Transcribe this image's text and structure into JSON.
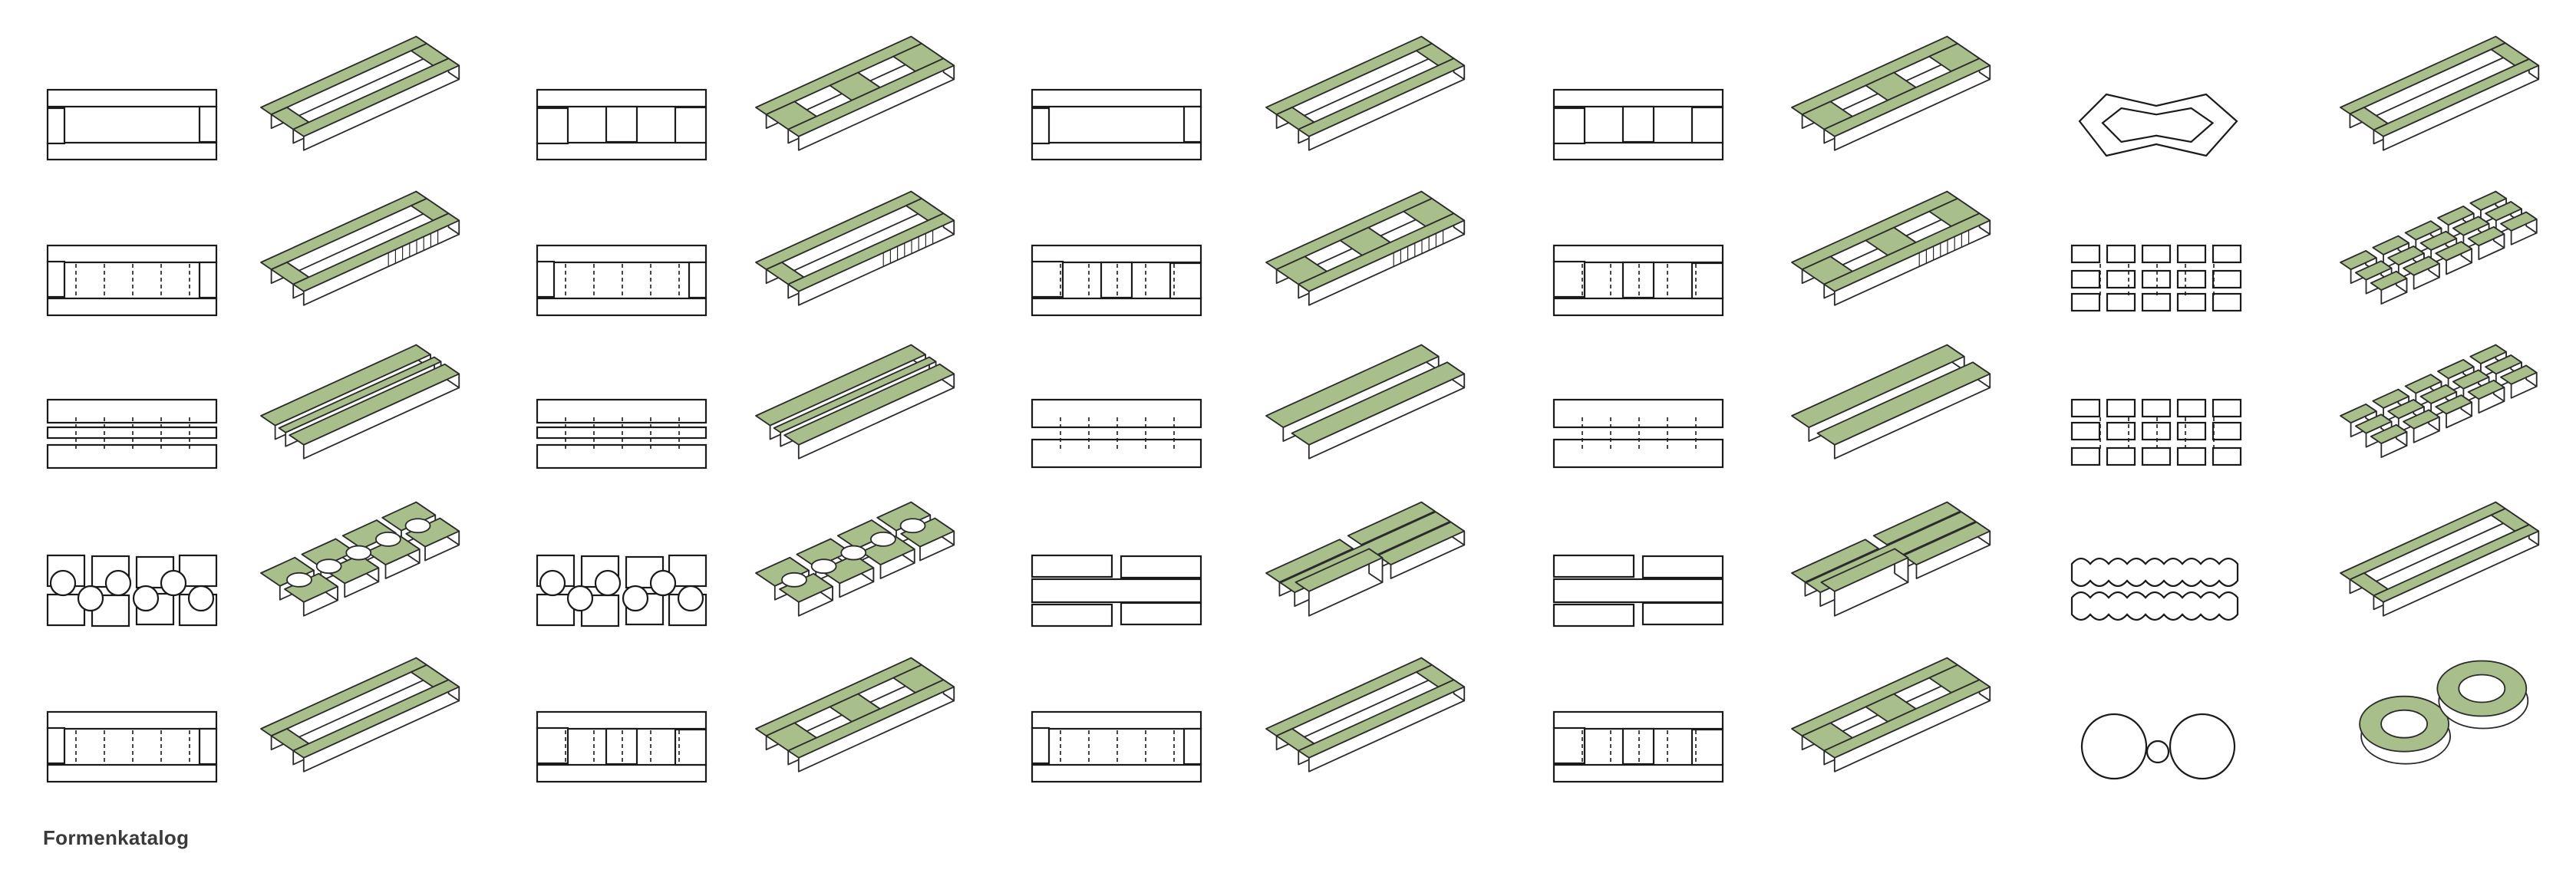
{
  "caption": "Formenkatalog",
  "colors": {
    "roof": "#a8bf8c",
    "line": "#1a1a1a",
    "background": "#ffffff"
  },
  "grid": {
    "rows": 5,
    "cols": 5,
    "variants": [
      "plan",
      "axonometric"
    ]
  }
}
